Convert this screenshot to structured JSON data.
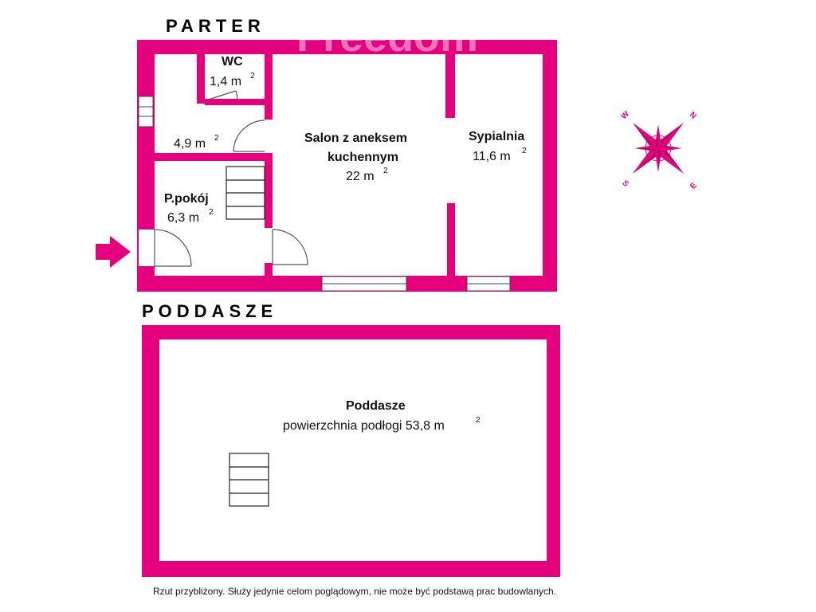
{
  "colors": {
    "wall": "#e5007e",
    "ink": "#111111",
    "watermark": "#ffffff"
  },
  "watermark": {
    "text": "Freedom"
  },
  "parter": {
    "title": "PARTER",
    "rooms": {
      "wc": {
        "name": "WC",
        "area": "1,4 m",
        "sup": "2"
      },
      "hall": {
        "name": "",
        "area": "4,9 m",
        "sup": "2"
      },
      "ppokoj": {
        "name": "P.pokój",
        "area": "6,3 m",
        "sup": "2"
      },
      "salon": {
        "name_line1": "Salon z aneksem",
        "name_line2": "kuchennym",
        "area": "22 m",
        "sup": "2"
      },
      "sypialnia": {
        "name": "Sypialnia",
        "area": "11,6 m",
        "sup": "2"
      }
    },
    "entrance_icon": "entrance-arrow-icon"
  },
  "poddasze": {
    "title": "PODDASZE",
    "room": {
      "name": "Poddasze",
      "area": "powierzchnia podłogi 53,8 m",
      "sup": "2"
    }
  },
  "compass": {
    "icon": "compass-rose-icon",
    "labels": {
      "w": "W",
      "n": "N",
      "s": "S",
      "e": "E"
    }
  },
  "footer": {
    "disclaimer": "Rzut przybliżony. Służy jedynie celom poglądowym, nie może być podstawą prac budowlanych."
  }
}
